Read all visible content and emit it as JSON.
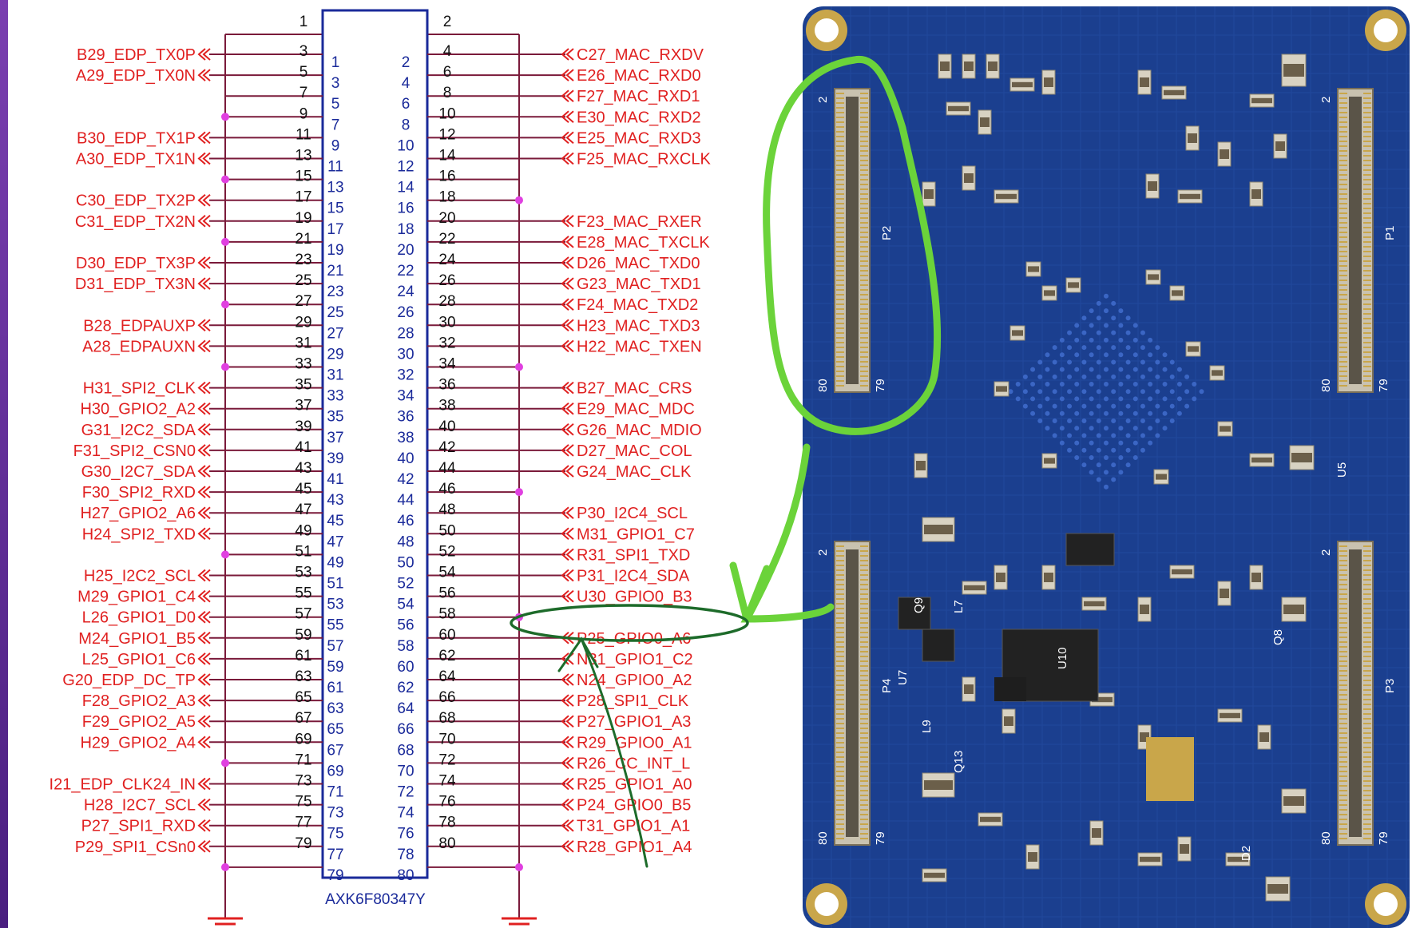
{
  "connector": {
    "part_number": "AXK6F80347Y",
    "top_left_wire": "1",
    "top_right_wire": "2"
  },
  "left_pins": [
    {
      "wire": "3",
      "pin": "1",
      "signal": "B29_EDP_TX0P",
      "dot": false
    },
    {
      "wire": "5",
      "pin": "3",
      "signal": "A29_EDP_TX0N",
      "dot": false
    },
    {
      "wire": "7",
      "pin": "5",
      "signal": "",
      "dot": false
    },
    {
      "wire": "9",
      "pin": "7",
      "signal": "",
      "dot": true
    },
    {
      "wire": "11",
      "pin": "9",
      "signal": "B30_EDP_TX1P",
      "dot": false
    },
    {
      "wire": "13",
      "pin": "11",
      "signal": "A30_EDP_TX1N",
      "dot": false
    },
    {
      "wire": "15",
      "pin": "13",
      "signal": "",
      "dot": true
    },
    {
      "wire": "17",
      "pin": "15",
      "signal": "C30_EDP_TX2P",
      "dot": false
    },
    {
      "wire": "19",
      "pin": "17",
      "signal": "C31_EDP_TX2N",
      "dot": false
    },
    {
      "wire": "21",
      "pin": "19",
      "signal": "",
      "dot": true
    },
    {
      "wire": "23",
      "pin": "21",
      "signal": "D30_EDP_TX3P",
      "dot": false
    },
    {
      "wire": "25",
      "pin": "23",
      "signal": "D31_EDP_TX3N",
      "dot": false
    },
    {
      "wire": "27",
      "pin": "25",
      "signal": "",
      "dot": true
    },
    {
      "wire": "29",
      "pin": "27",
      "signal": "B28_EDPAUXP",
      "dot": false
    },
    {
      "wire": "31",
      "pin": "29",
      "signal": "A28_EDPAUXN",
      "dot": false
    },
    {
      "wire": "33",
      "pin": "31",
      "signal": "",
      "dot": true
    },
    {
      "wire": "35",
      "pin": "33",
      "signal": "H31_SPI2_CLK",
      "dot": false
    },
    {
      "wire": "37",
      "pin": "35",
      "signal": "H30_GPIO2_A2",
      "dot": false
    },
    {
      "wire": "39",
      "pin": "37",
      "signal": "G31_I2C2_SDA",
      "dot": false
    },
    {
      "wire": "41",
      "pin": "39",
      "signal": "F31_SPI2_CSN0",
      "dot": false
    },
    {
      "wire": "43",
      "pin": "41",
      "signal": "G30_I2C7_SDA",
      "dot": false
    },
    {
      "wire": "45",
      "pin": "43",
      "signal": "F30_SPI2_RXD",
      "dot": false
    },
    {
      "wire": "47",
      "pin": "45",
      "signal": "H27_GPIO2_A6",
      "dot": false
    },
    {
      "wire": "49",
      "pin": "47",
      "signal": "H24_SPI2_TXD",
      "dot": false
    },
    {
      "wire": "51",
      "pin": "49",
      "signal": "",
      "dot": true
    },
    {
      "wire": "53",
      "pin": "51",
      "signal": "H25_I2C2_SCL",
      "dot": false
    },
    {
      "wire": "55",
      "pin": "53",
      "signal": "M29_GPIO1_C4",
      "dot": false
    },
    {
      "wire": "57",
      "pin": "55",
      "signal": "L26_GPIO1_D0",
      "dot": false
    },
    {
      "wire": "59",
      "pin": "57",
      "signal": "M24_GPIO1_B5",
      "dot": false
    },
    {
      "wire": "61",
      "pin": "59",
      "signal": "L25_GPIO1_C6",
      "dot": false
    },
    {
      "wire": "63",
      "pin": "61",
      "signal": "G20_EDP_DC_TP",
      "dot": false
    },
    {
      "wire": "65",
      "pin": "63",
      "signal": "F28_GPIO2_A3",
      "dot": false
    },
    {
      "wire": "67",
      "pin": "65",
      "signal": "F29_GPIO2_A5",
      "dot": false
    },
    {
      "wire": "69",
      "pin": "67",
      "signal": "H29_GPIO2_A4",
      "dot": false
    },
    {
      "wire": "71",
      "pin": "69",
      "signal": "",
      "dot": true
    },
    {
      "wire": "73",
      "pin": "71",
      "signal": "I21_EDP_CLK24_IN",
      "dot": false
    },
    {
      "wire": "75",
      "pin": "73",
      "signal": "H28_I2C7_SCL",
      "dot": false
    },
    {
      "wire": "77",
      "pin": "75",
      "signal": "P27_SPI1_RXD",
      "dot": false
    },
    {
      "wire": "79",
      "pin": "77",
      "signal": "P29_SPI1_CSn0",
      "dot": false
    },
    {
      "wire": "",
      "pin": "79",
      "signal": "",
      "dot": true
    }
  ],
  "right_pins": [
    {
      "wire": "4",
      "pin": "2",
      "signal": "C27_MAC_RXDV",
      "dot": false
    },
    {
      "wire": "6",
      "pin": "4",
      "signal": "E26_MAC_RXD0",
      "dot": false
    },
    {
      "wire": "8",
      "pin": "6",
      "signal": "F27_MAC_RXD1",
      "dot": false
    },
    {
      "wire": "10",
      "pin": "8",
      "signal": "E30_MAC_RXD2",
      "dot": false
    },
    {
      "wire": "12",
      "pin": "10",
      "signal": "E25_MAC_RXD3",
      "dot": false
    },
    {
      "wire": "14",
      "pin": "12",
      "signal": "F25_MAC_RXCLK",
      "dot": false
    },
    {
      "wire": "16",
      "pin": "14",
      "signal": "",
      "dot": false
    },
    {
      "wire": "18",
      "pin": "16",
      "signal": "",
      "dot": true
    },
    {
      "wire": "20",
      "pin": "18",
      "signal": "F23_MAC_RXER",
      "dot": false
    },
    {
      "wire": "22",
      "pin": "20",
      "signal": "E28_MAC_TXCLK",
      "dot": false
    },
    {
      "wire": "24",
      "pin": "22",
      "signal": "D26_MAC_TXD0",
      "dot": false
    },
    {
      "wire": "26",
      "pin": "24",
      "signal": "G23_MAC_TXD1",
      "dot": false
    },
    {
      "wire": "28",
      "pin": "26",
      "signal": "F24_MAC_TXD2",
      "dot": false
    },
    {
      "wire": "30",
      "pin": "28",
      "signal": "H23_MAC_TXD3",
      "dot": false
    },
    {
      "wire": "32",
      "pin": "30",
      "signal": "H22_MAC_TXEN",
      "dot": false
    },
    {
      "wire": "34",
      "pin": "32",
      "signal": "",
      "dot": true
    },
    {
      "wire": "36",
      "pin": "34",
      "signal": "B27_MAC_CRS",
      "dot": false
    },
    {
      "wire": "38",
      "pin": "36",
      "signal": "E29_MAC_MDC",
      "dot": false
    },
    {
      "wire": "40",
      "pin": "38",
      "signal": "G26_MAC_MDIO",
      "dot": false
    },
    {
      "wire": "42",
      "pin": "40",
      "signal": "D27_MAC_COL",
      "dot": false
    },
    {
      "wire": "44",
      "pin": "42",
      "signal": "G24_MAC_CLK",
      "dot": false
    },
    {
      "wire": "46",
      "pin": "44",
      "signal": "",
      "dot": true
    },
    {
      "wire": "48",
      "pin": "46",
      "signal": "P30_I2C4_SCL",
      "dot": false
    },
    {
      "wire": "50",
      "pin": "48",
      "signal": "M31_GPIO1_C7",
      "dot": false
    },
    {
      "wire": "52",
      "pin": "50",
      "signal": "R31_SPI1_TXD",
      "dot": false
    },
    {
      "wire": "54",
      "pin": "52",
      "signal": "P31_I2C4_SDA",
      "dot": false
    },
    {
      "wire": "56",
      "pin": "54",
      "signal": "U30_GPIO0_B3",
      "dot": false
    },
    {
      "wire": "58",
      "pin": "56",
      "signal": "",
      "dot": true
    },
    {
      "wire": "60",
      "pin": "58",
      "signal": "P25_GPIO0_A6",
      "dot": false
    },
    {
      "wire": "62",
      "pin": "60",
      "signal": "N31_GPIO1_C2",
      "dot": false
    },
    {
      "wire": "64",
      "pin": "62",
      "signal": "N24_GPIO0_A2",
      "dot": false
    },
    {
      "wire": "66",
      "pin": "64",
      "signal": "P28_SPI1_CLK",
      "dot": false
    },
    {
      "wire": "68",
      "pin": "66",
      "signal": "P27_GPIO1_A3",
      "dot": false
    },
    {
      "wire": "70",
      "pin": "68",
      "signal": "R29_GPIO0_A1",
      "dot": false
    },
    {
      "wire": "72",
      "pin": "70",
      "signal": "R26_CC_INT_L",
      "dot": false
    },
    {
      "wire": "74",
      "pin": "72",
      "signal": "R25_GPIO1_A0",
      "dot": false
    },
    {
      "wire": "76",
      "pin": "74",
      "signal": "P24_GPIO0_B5",
      "dot": false
    },
    {
      "wire": "78",
      "pin": "76",
      "signal": "T31_GPIO1_A1",
      "dot": false
    },
    {
      "wire": "80",
      "pin": "78",
      "signal": "R28_GPIO1_A4",
      "dot": false
    },
    {
      "wire": "",
      "pin": "80",
      "signal": "",
      "dot": true
    }
  ],
  "board": {
    "connectors": [
      {
        "name": "P1",
        "pin_start": "2",
        "pin_end_a": "80",
        "pin_end_b": "79"
      },
      {
        "name": "P2",
        "pin_start": "2",
        "pin_end_a": "80",
        "pin_end_b": "79"
      },
      {
        "name": "P3",
        "pin_start": "2",
        "pin_end_a": "80",
        "pin_end_b": "79"
      },
      {
        "name": "P4",
        "pin_start": "2",
        "pin_end_a": "80",
        "pin_end_b": "79"
      }
    ],
    "silkscreen": [
      "U5",
      "U7",
      "U10",
      "L7",
      "Q8",
      "Q9",
      "Q13",
      "D2",
      "L9"
    ],
    "colors": {
      "pcb": "#1b3f8f",
      "pcb_dark": "#123072",
      "gold": "#c9a64a",
      "highlight": "#6bd33a",
      "annotation": "#1d6b2a"
    }
  },
  "colors": {
    "signal": "#e02020",
    "pin": "#1a2a9a",
    "wire": "#7a1a3a",
    "junction": "#e040e0",
    "ground": "#e02020"
  }
}
